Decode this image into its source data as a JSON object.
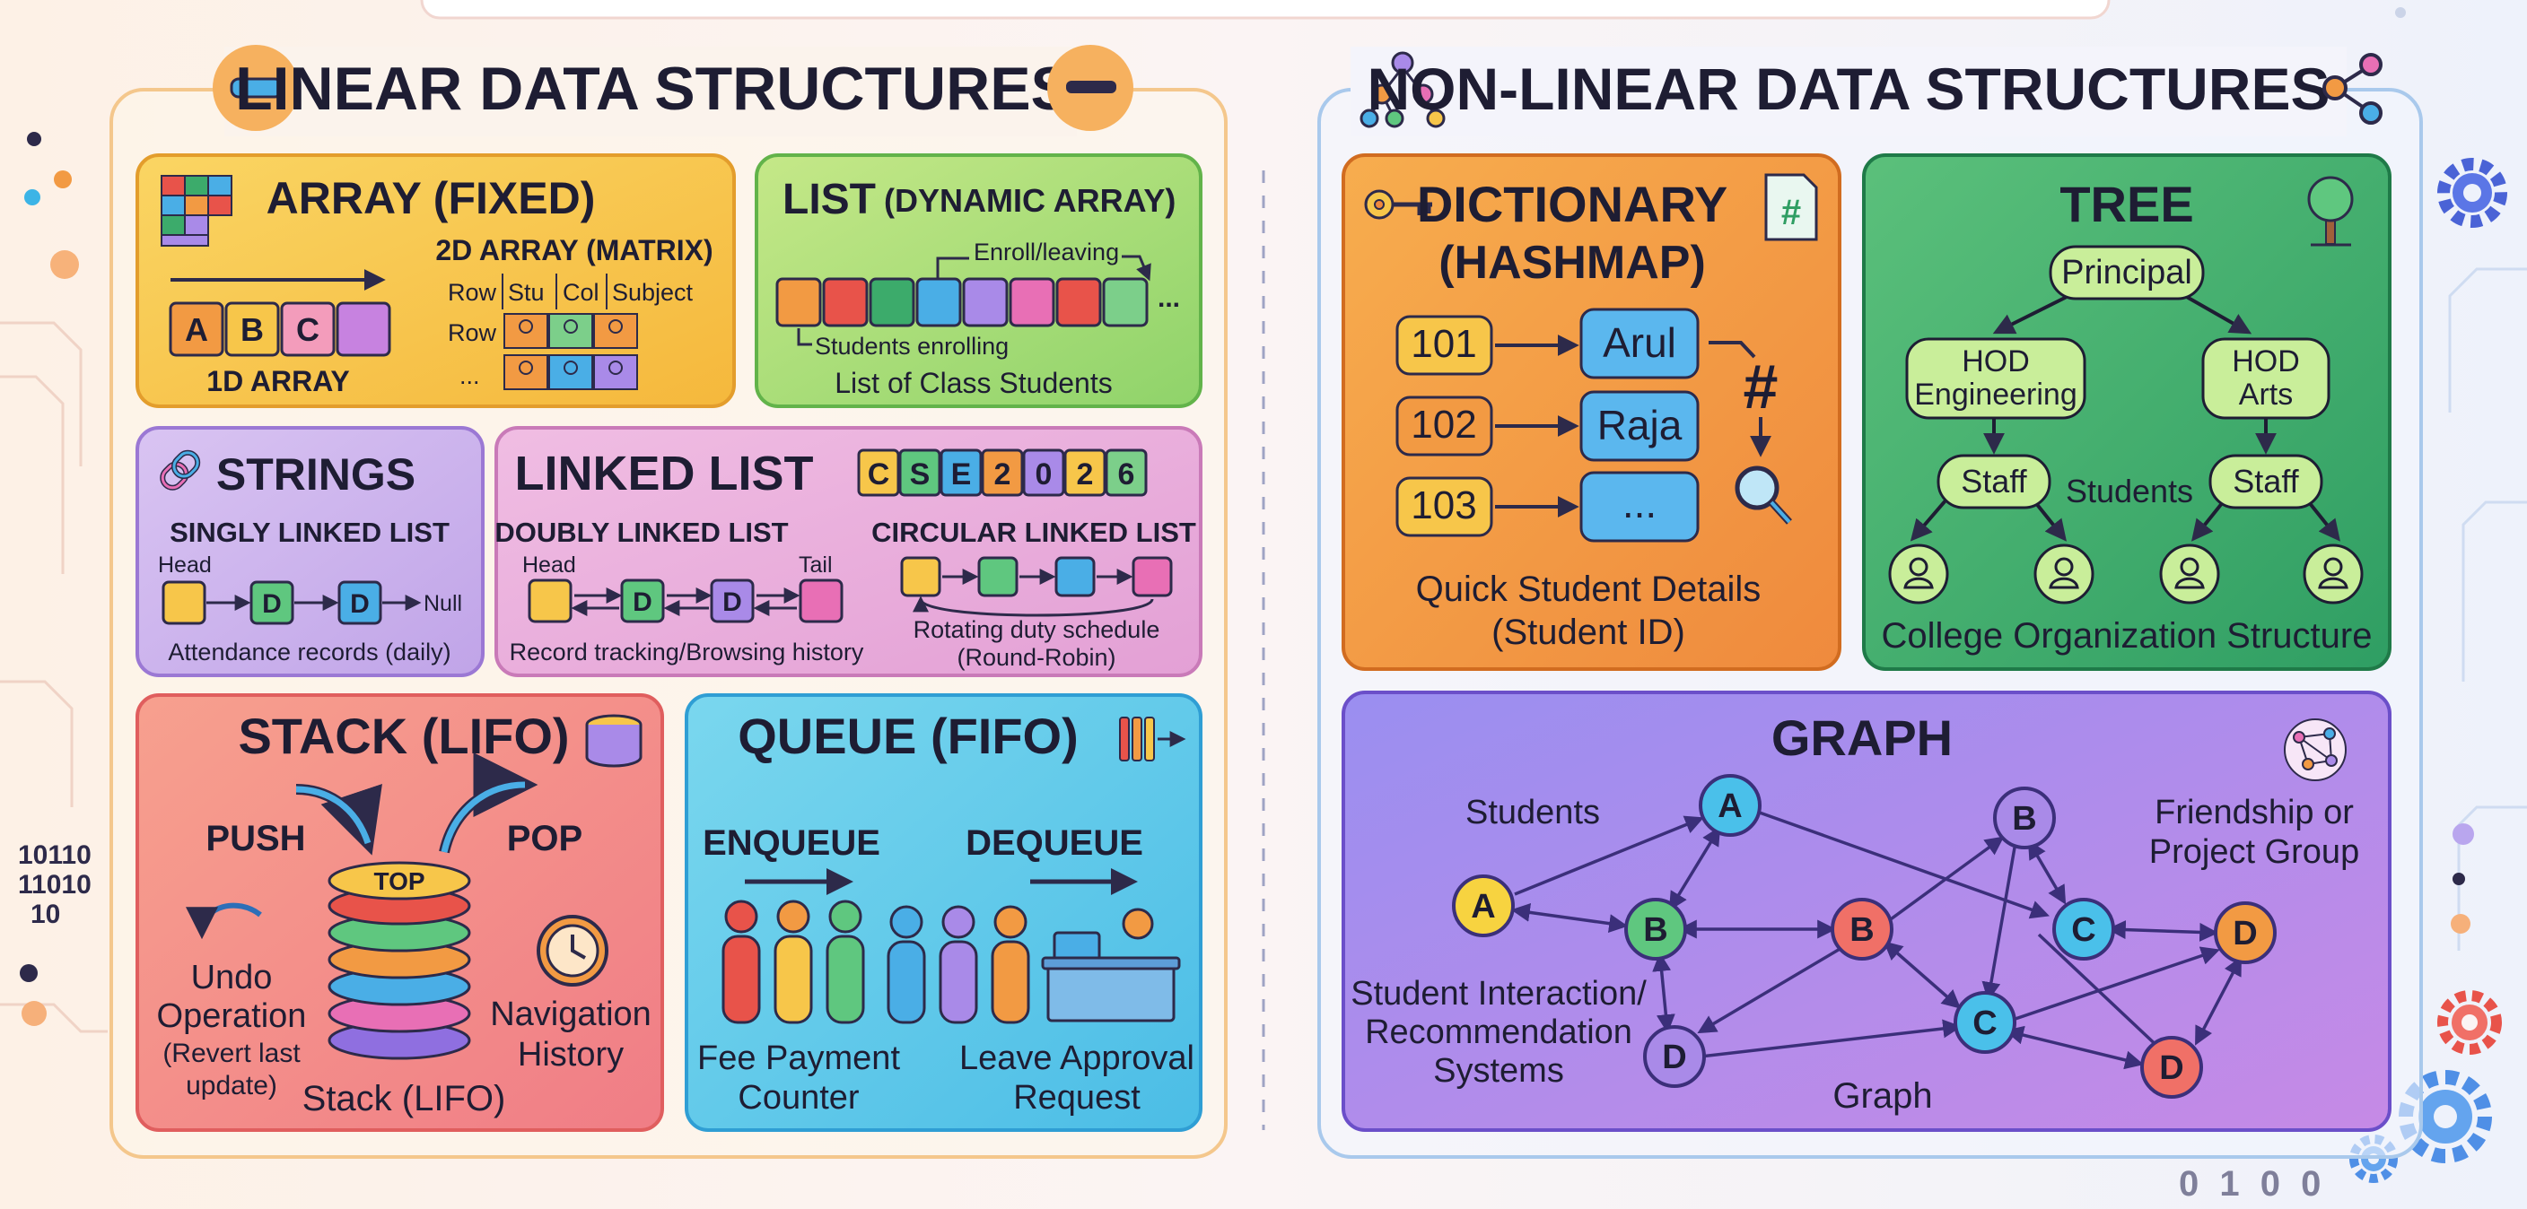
{
  "linear": {
    "title": "LINEAR DATA STRUCTURES",
    "array": {
      "title": "ARRAY (FIXED)",
      "label_1d": "1D ARRAY",
      "cells_1d": [
        "A",
        "B",
        "C"
      ],
      "title_2d": "2D ARRAY (MATRIX)",
      "matrix_headers": [
        "Row",
        "Stu",
        "Col",
        "Subject"
      ],
      "matrix_row_labels": [
        "Row",
        "..."
      ]
    },
    "list": {
      "title": "LIST",
      "subtitle": "(DYNAMIC ARRAY)",
      "enroll_label": "Enroll/leaving",
      "students_label": "Students enrolling",
      "caption": "List of Class Students",
      "ellipsis": "..."
    },
    "strings": {
      "title": "STRINGS",
      "singly_title": "SINGLY LINKED LIST",
      "head": "Head",
      "node": "D",
      "null_label": "Null",
      "caption": "Attendance records (daily)"
    },
    "linked_list": {
      "title": "LINKED LIST",
      "chars": [
        "C",
        "S",
        "E",
        "2",
        "0",
        "2",
        "6"
      ],
      "doubly_title": "DOUBLY LINKED LIST",
      "head": "Head",
      "tail": "Tail",
      "node": "D",
      "doubly_caption": "Record tracking/Browsing history",
      "circular_title": "CIRCULAR LINKED LIST",
      "circular_caption_1": "Rotating duty schedule",
      "circular_caption_2": "(Round-Robin)"
    },
    "stack": {
      "title": "STACK (LIFO)",
      "push": "PUSH",
      "pop": "POP",
      "top": "TOP",
      "undo_1": "Undo",
      "undo_2": "Operation",
      "undo_3": "(Revert last",
      "undo_4": "update)",
      "nav_1": "Navigation",
      "nav_2": "History",
      "caption": "Stack (LIFO)"
    },
    "queue": {
      "title": "QUEUE (FIFO)",
      "enqueue": "ENQUEUE",
      "dequeue": "DEQUEUE",
      "fee_1": "Fee Payment",
      "fee_2": "Counter",
      "leave_1": "Leave Approval",
      "leave_2": "Request"
    }
  },
  "nonlinear": {
    "title": "NON-LINEAR DATA STRUCTURES",
    "dictionary": {
      "title_1": "DICTIONARY",
      "title_2": "(HASHMAP)",
      "keys": [
        "101",
        "102",
        "103"
      ],
      "values": [
        "Arul",
        "Raja",
        "..."
      ],
      "hash": "#",
      "caption_1": "Quick Student Details",
      "caption_2": "(Student ID)"
    },
    "tree": {
      "title": "TREE",
      "root": "Principal",
      "hod_eng_1": "HOD",
      "hod_eng_2": "Engineering",
      "hod_arts_1": "HOD",
      "hod_arts_2": "Arts",
      "staff": "Staff",
      "students": "Students",
      "caption": "College Organization Structure"
    },
    "graph": {
      "title": "GRAPH",
      "students_label": "Students",
      "friendship_1": "Friendship or",
      "friendship_2": "Project Group",
      "interaction_1": "Student Interaction/",
      "interaction_2": "Recommendation",
      "interaction_3": "Systems",
      "caption": "Graph",
      "nodes": [
        "A",
        "A",
        "B",
        "B",
        "B",
        "C",
        "C",
        "D",
        "D",
        "D"
      ]
    }
  },
  "decor": {
    "binary_1": "10110",
    "binary_2": "11010",
    "binary_3": "10",
    "binary_bottom": "0 1 0 0"
  },
  "colors": {
    "array_bg": "#f7c64a",
    "list_bg": "#9fd86b",
    "strings_bg": "#c9b0ea",
    "linked_bg": "#e8a8d8",
    "stack_bg": "#f2877a",
    "queue_bg": "#5ec9e8",
    "dict_bg": "#f29a43",
    "tree_bg": "#3cab6b",
    "graph_bg": "#a98ae8"
  }
}
